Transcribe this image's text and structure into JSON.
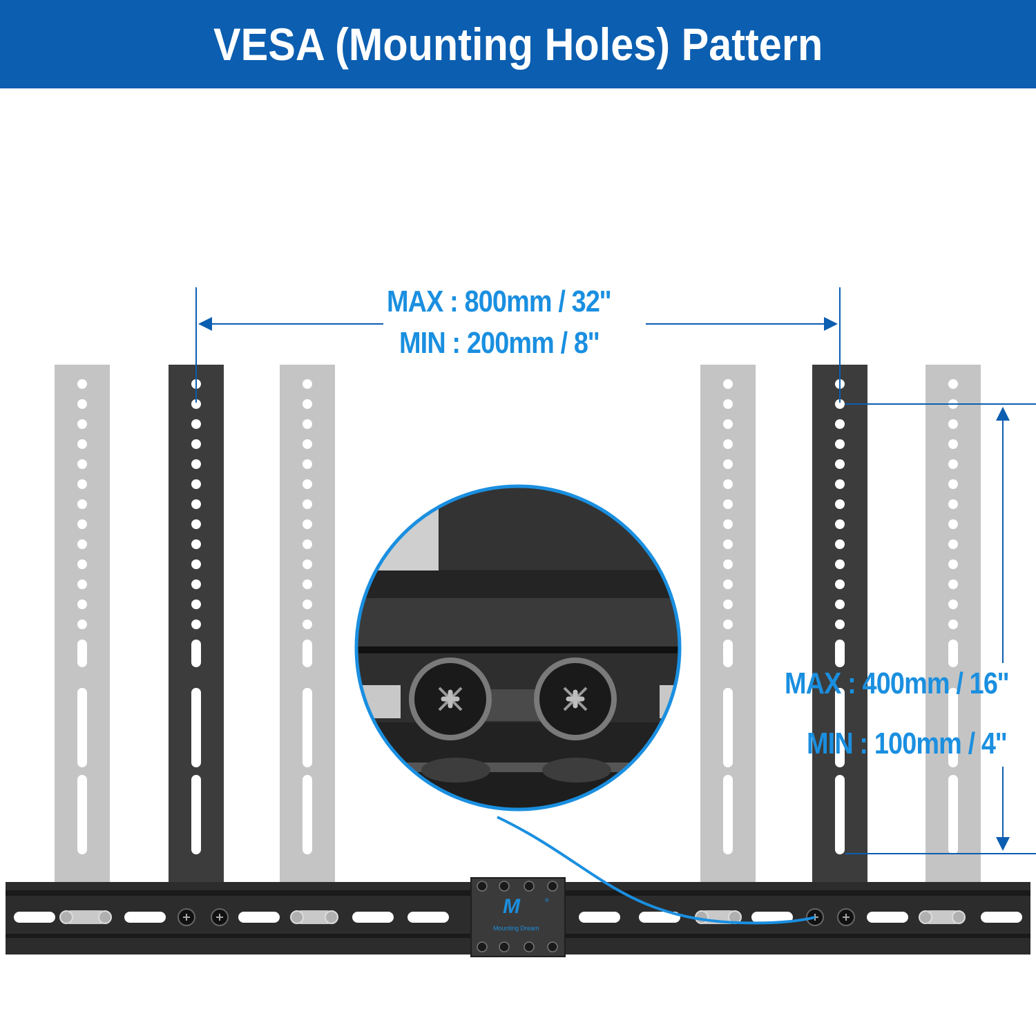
{
  "header": {
    "title": "VESA (Mounting Holes) Pattern",
    "background_color": "#0b5eb0"
  },
  "horizontal_dimension": {
    "max_label": "MAX :  800mm / 32''",
    "min_label": "MIN :  200mm / 8''"
  },
  "vertical_dimension": {
    "max_label": "MAX :  400mm / 16''",
    "min_label": "MIN :  100mm / 4''"
  },
  "brand": {
    "mark": "M",
    "name": "Mounting  Dream",
    "registered": "®"
  },
  "colors": {
    "accent": "#1a8fe0",
    "arm_active": "#3c3c3c",
    "arm_inactive": "#c4c4c4",
    "rail": "#2c2c2c",
    "header": "#0b5eb0"
  },
  "icons": [
    "screw-icon",
    "phillips-screw-icon",
    "arrow-icon"
  ]
}
